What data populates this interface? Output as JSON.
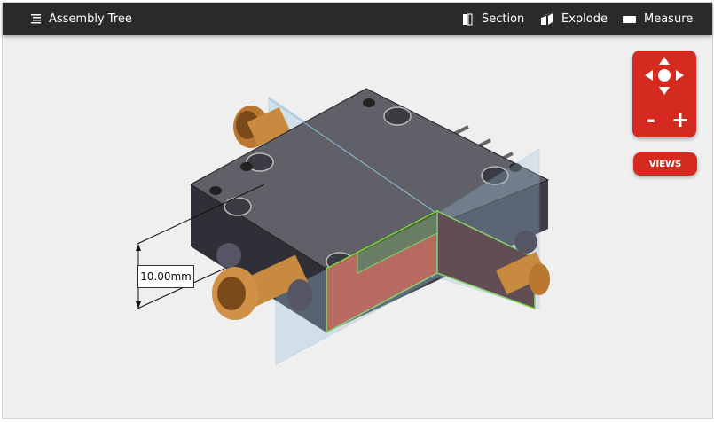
{
  "toolbar": {
    "assembly_tree": "Assembly Tree",
    "section": "Section",
    "explode": "Explode",
    "measure": "Measure"
  },
  "nav_control": {
    "zoom_out": "-",
    "zoom_in": "+",
    "views": "VIEWS"
  },
  "measurement": {
    "label": "10.00mm"
  },
  "colors": {
    "accent": "#d42a1f",
    "toolbar": "#2a2a2a",
    "section_fill": "#c83a1f",
    "section_edge": "#7ddc3a"
  }
}
